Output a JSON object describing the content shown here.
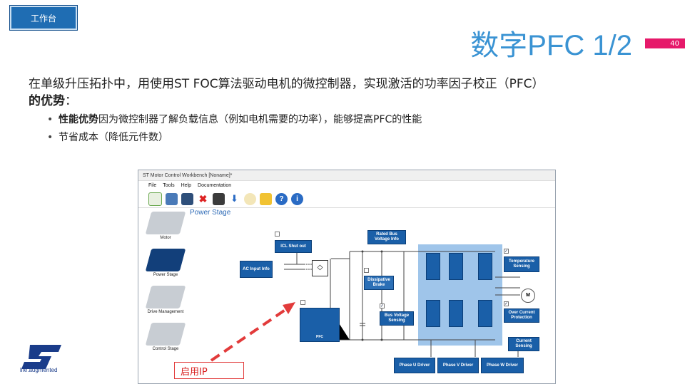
{
  "tag_label": "工作台",
  "title": "数字PFC 1/2",
  "page_number": "40",
  "intro_line1": "在单级升压拓扑中，用使用ST FOC算法驱动电机的微控制器，实现激活的功率因子校正（PFC）",
  "intro_line2_bold": "的优势",
  "intro_line2_rest": "：",
  "bullet1_bold": "性能优势",
  "bullet1_rest": "因为微控制器了解负载信息（例如电机需要的功率），能够提高PFC的性能",
  "bullet2": "节省成本（降低元件数）",
  "logo_text": "life.augmented",
  "window": {
    "title": "ST Motor Control Workbench [Noname]*",
    "menu": [
      "File",
      "Tools",
      "Help",
      "Documentation"
    ],
    "canvas_title": "Power Stage",
    "nav": [
      "Motor",
      "Power Stage",
      "Drive Management",
      "Control Stage"
    ],
    "blocks": {
      "icl": "ICL Shut out",
      "ac_input": "AC Input Info",
      "rated_bus": "Rated Bus Voltage Info",
      "dissipative": "Dissipative Brake",
      "bus_voltage": "Bus Voltage Sensing",
      "temperature": "Temperature Sensing",
      "over_current": "Over Current Protection",
      "current_sensing": "Current Sensing",
      "phase_u": "Phase U Driver",
      "phase_v": "Phase V Driver",
      "phase_w": "Phase W Driver",
      "pfc": "PFC",
      "motor": "M"
    }
  },
  "callout": "启用IP",
  "colors": {
    "accent_blue": "#3a93d3",
    "page_pink": "#e6196a",
    "callout_red": "#e23b3b"
  }
}
